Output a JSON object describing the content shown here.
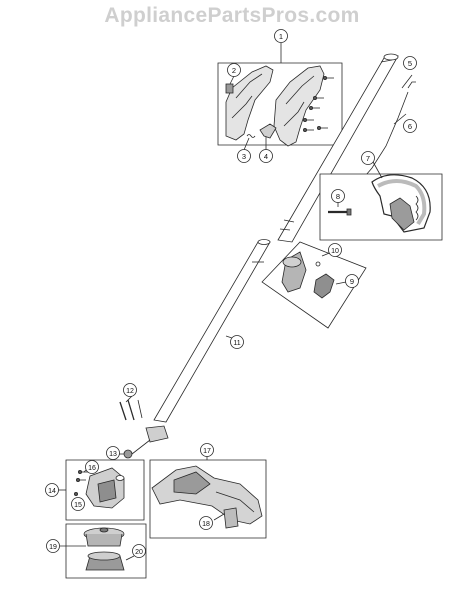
{
  "watermark": "AppliancePartsPros.com",
  "callouts": [
    {
      "id": "c1",
      "label": "1"
    },
    {
      "id": "c2",
      "label": "2"
    },
    {
      "id": "c3",
      "label": "3"
    },
    {
      "id": "c4",
      "label": "4"
    },
    {
      "id": "c5",
      "label": "5"
    },
    {
      "id": "c6",
      "label": "6"
    },
    {
      "id": "c7",
      "label": "7"
    },
    {
      "id": "c8",
      "label": "8"
    },
    {
      "id": "c9",
      "label": "9"
    },
    {
      "id": "c10",
      "label": "10"
    },
    {
      "id": "c11",
      "label": "11"
    },
    {
      "id": "c12",
      "label": "12"
    },
    {
      "id": "c13",
      "label": "13"
    },
    {
      "id": "c14",
      "label": "14"
    },
    {
      "id": "c15",
      "label": "15"
    },
    {
      "id": "c16",
      "label": "16"
    },
    {
      "id": "c17",
      "label": "17"
    },
    {
      "id": "c18",
      "label": "18"
    },
    {
      "id": "c19",
      "label": "19"
    },
    {
      "id": "c20",
      "label": "20"
    }
  ],
  "colors": {
    "line": "#2a2a2a",
    "fill": "#ffffff",
    "shade": "#d9d9d9",
    "dark": "#8a8a8a"
  }
}
